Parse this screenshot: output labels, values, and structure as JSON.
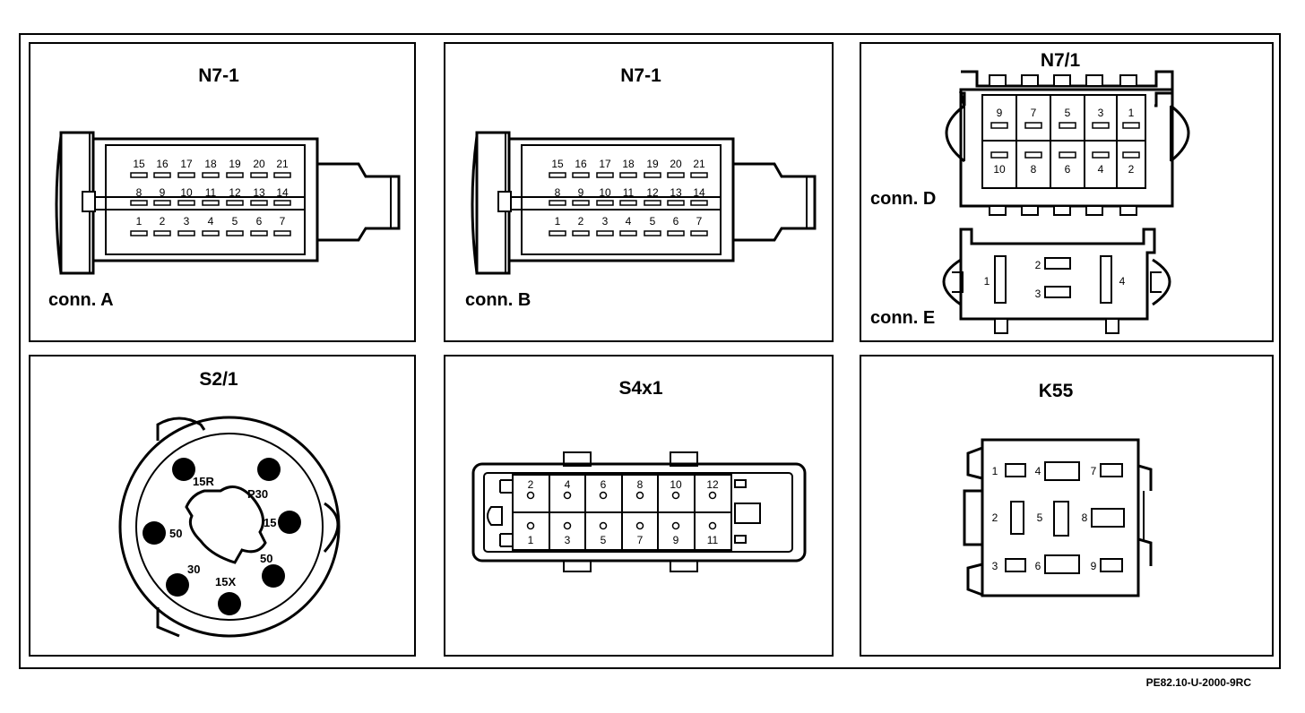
{
  "panels": {
    "n7_1_a": {
      "title": "N7-1",
      "label": "conn. A"
    },
    "n7_1_b": {
      "title": "N7-1",
      "label": "conn. B"
    },
    "n7_1_de": {
      "title": "N7/1",
      "label_d": "conn. D",
      "label_e": "conn. E"
    },
    "s2_1": {
      "title": "S2/1"
    },
    "s4x1": {
      "title": "S4x1"
    },
    "k55": {
      "title": "K55"
    }
  },
  "conn_ab_pins": {
    "row_top": [
      "15",
      "16",
      "17",
      "18",
      "19",
      "20",
      "21"
    ],
    "row_mid": [
      "8",
      "9",
      "10",
      "11",
      "12",
      "13",
      "14"
    ],
    "row_bot": [
      "1",
      "2",
      "3",
      "4",
      "5",
      "6",
      "7"
    ]
  },
  "conn_d_pins": {
    "top": [
      "9",
      "7",
      "5",
      "3",
      "1"
    ],
    "bottom": [
      "10",
      "8",
      "6",
      "4",
      "2"
    ]
  },
  "conn_e_pins": [
    "1",
    "2",
    "3",
    "4"
  ],
  "s2_1_terminals": [
    "15R",
    "P30",
    "15",
    "50",
    "30",
    "15X",
    "50"
  ],
  "s4x1_pins": {
    "top": [
      "2",
      "4",
      "6",
      "8",
      "10",
      "12"
    ],
    "bottom": [
      "1",
      "3",
      "5",
      "7",
      "9",
      "11"
    ]
  },
  "k55_pins": [
    "1",
    "4",
    "7",
    "2",
    "5",
    "8",
    "3",
    "6",
    "9"
  ],
  "reference_code": "PE82.10-U-2000-9RC"
}
